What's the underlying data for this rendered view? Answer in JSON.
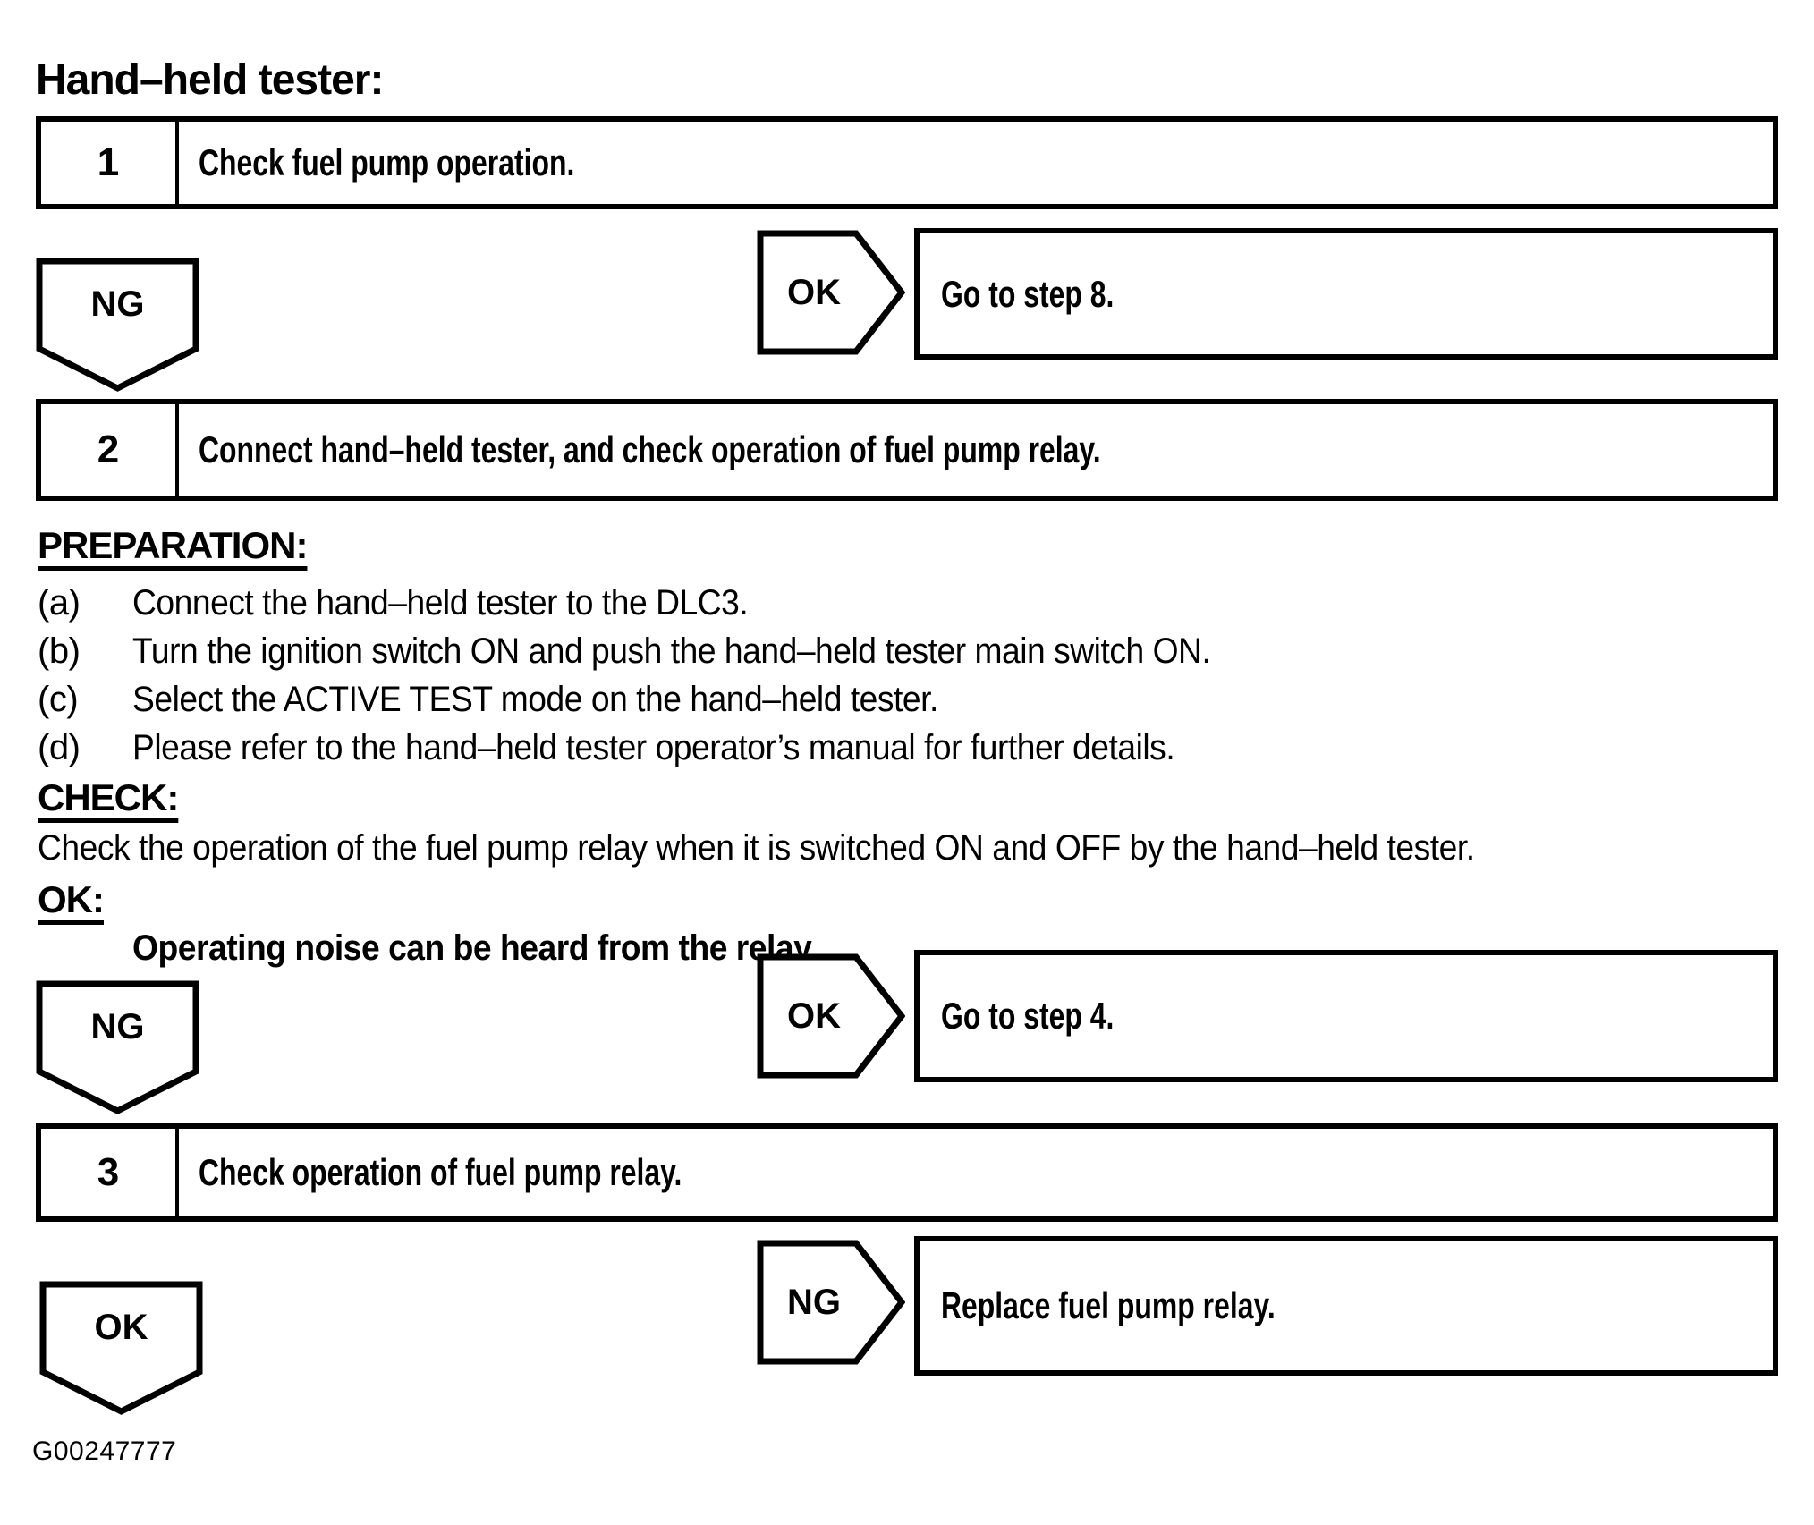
{
  "page": {
    "title": "Hand–held tester:",
    "figure_code": "G00247777"
  },
  "colors": {
    "ink": "#000000",
    "paper": "#ffffff"
  },
  "steps": [
    {
      "number": "1",
      "label": "Check fuel pump operation."
    },
    {
      "number": "2",
      "label": "Connect hand–held tester, and check operation of fuel pump relay."
    },
    {
      "number": "3",
      "label": "Check operation of fuel pump relay."
    }
  ],
  "branches": [
    {
      "down": "NG",
      "side": "OK",
      "action": "Go to step 8."
    },
    {
      "down": "NG",
      "side": "OK",
      "action": "Go to step 4."
    },
    {
      "down": "OK",
      "side": "NG",
      "action": "Replace fuel pump relay."
    }
  ],
  "sections": {
    "preparation": {
      "heading": "PREPARATION:",
      "items": [
        {
          "label": "(a)",
          "text": "Connect the hand–held tester to the DLC3."
        },
        {
          "label": "(b)",
          "text": "Turn the ignition switch ON and push the hand–held tester main switch ON."
        },
        {
          "label": "(c)",
          "text": "Select the ACTIVE TEST mode on the hand–held tester."
        },
        {
          "label": "(d)",
          "text": "Please refer to the hand–held tester operator’s manual for further details."
        }
      ]
    },
    "check": {
      "heading": "CHECK:",
      "text": "Check the operation of the fuel pump relay when it is switched ON and OFF by the hand–held tester."
    },
    "ok": {
      "heading": "OK:",
      "text": "Operating noise can be heard from the relay."
    }
  }
}
